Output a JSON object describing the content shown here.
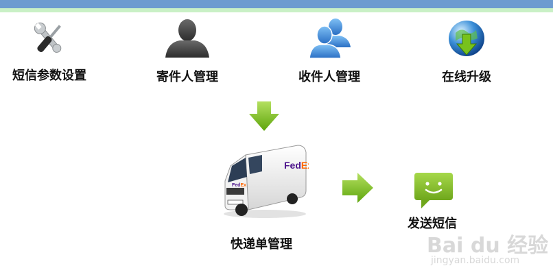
{
  "menu": {
    "sms_settings": "短信参数设置",
    "sender_manage": "寄件人管理",
    "receiver_manage": "收件人管理",
    "online_upgrade": "在线升级"
  },
  "flow": {
    "express_manage": "快递单管理",
    "send_sms": "发送短信"
  },
  "van": {
    "brand_text": "FedEx"
  },
  "watermark": {
    "logo_text": "Bai du 经验",
    "url": "jingyan.baidu.com"
  },
  "colors": {
    "top_bar": "#6d9bd0",
    "top_bar_light": "#c9f0c6",
    "arrow_green": "#7fc516",
    "sms_green": "#8cbf2a"
  }
}
